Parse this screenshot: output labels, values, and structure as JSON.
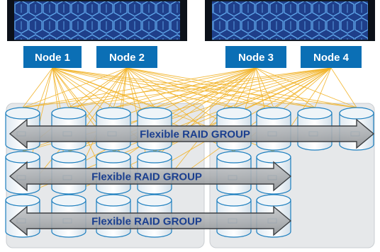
{
  "nodes": [
    {
      "label": "Node 1"
    },
    {
      "label": "Node 2"
    },
    {
      "label": "Node 3"
    },
    {
      "label": "Node 4"
    }
  ],
  "raid_groups": [
    {
      "label": "Flexible RAID GROUP"
    },
    {
      "label": "Flexible RAID GROUP"
    },
    {
      "label": "Flexible RAID GROUP"
    }
  ],
  "colors": {
    "node_label_bg": "#0b6fb5",
    "node_label_text": "#ffffff",
    "server_bezel": "#121a26",
    "server_front": "#1f3f8a",
    "server_pattern": "#5fa6ea",
    "connection_line": "#f2b42a",
    "enclosure_fill": "#e6e8ea",
    "enclosure_stroke": "#c9cdd1",
    "drive_stroke": "#1d7fbf",
    "arrow_fill": "#a8abae",
    "arrow_stroke": "#3c3f42",
    "group_text": "#1b3f8f"
  }
}
